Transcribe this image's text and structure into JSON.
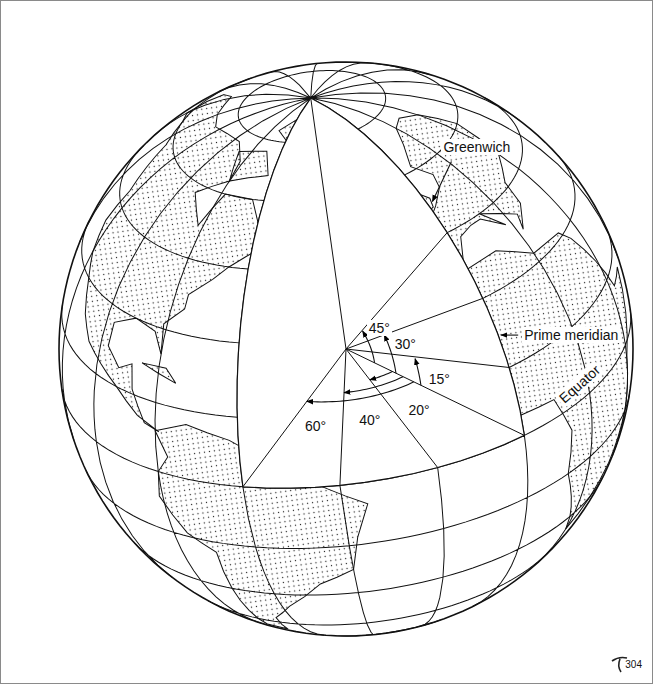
{
  "diagram": {
    "labels": [
      "Greenwich",
      "Prime meridian",
      "Equator",
      "45°",
      "30°",
      "15°",
      "60°",
      "40°",
      "20°",
      "304"
    ]
  }
}
